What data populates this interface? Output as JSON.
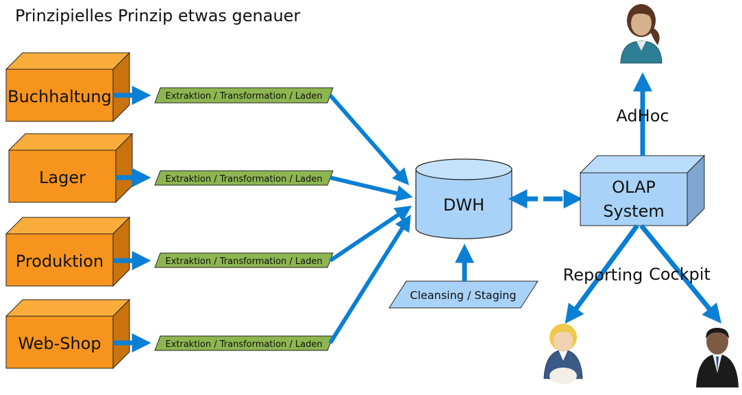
{
  "title": "Prinzipielles Prinzip etwas genauer",
  "sources": [
    {
      "label": "Buchhaltung"
    },
    {
      "label": "Lager"
    },
    {
      "label": "Produktion"
    },
    {
      "label": "Web-Shop"
    }
  ],
  "etl_label": "Extraktion / Transformation / Laden",
  "dwh": {
    "label": "DWH"
  },
  "cleansing": {
    "label": "Cleansing / Staging"
  },
  "olap": {
    "line1": "OLAP",
    "line2": "System"
  },
  "adhoc_label": "AdHoc",
  "reporting_label": "Reporting",
  "cockpit_label": "Cockpit",
  "colors": {
    "box_front": "#f7941d",
    "box_top": "#fbad3c",
    "box_side": "#c9730f",
    "etl_fill": "#8db650",
    "arrow": "#0a7fd4",
    "dwh_fill": "#a9d2f8",
    "olap_front": "#a9d2f8",
    "olap_side": "#7fa6cf"
  },
  "icons": {
    "adhoc_user": "woman-user-icon",
    "reporting_user": "blonde-woman-user-icon",
    "cockpit_user": "businessman-user-icon"
  }
}
